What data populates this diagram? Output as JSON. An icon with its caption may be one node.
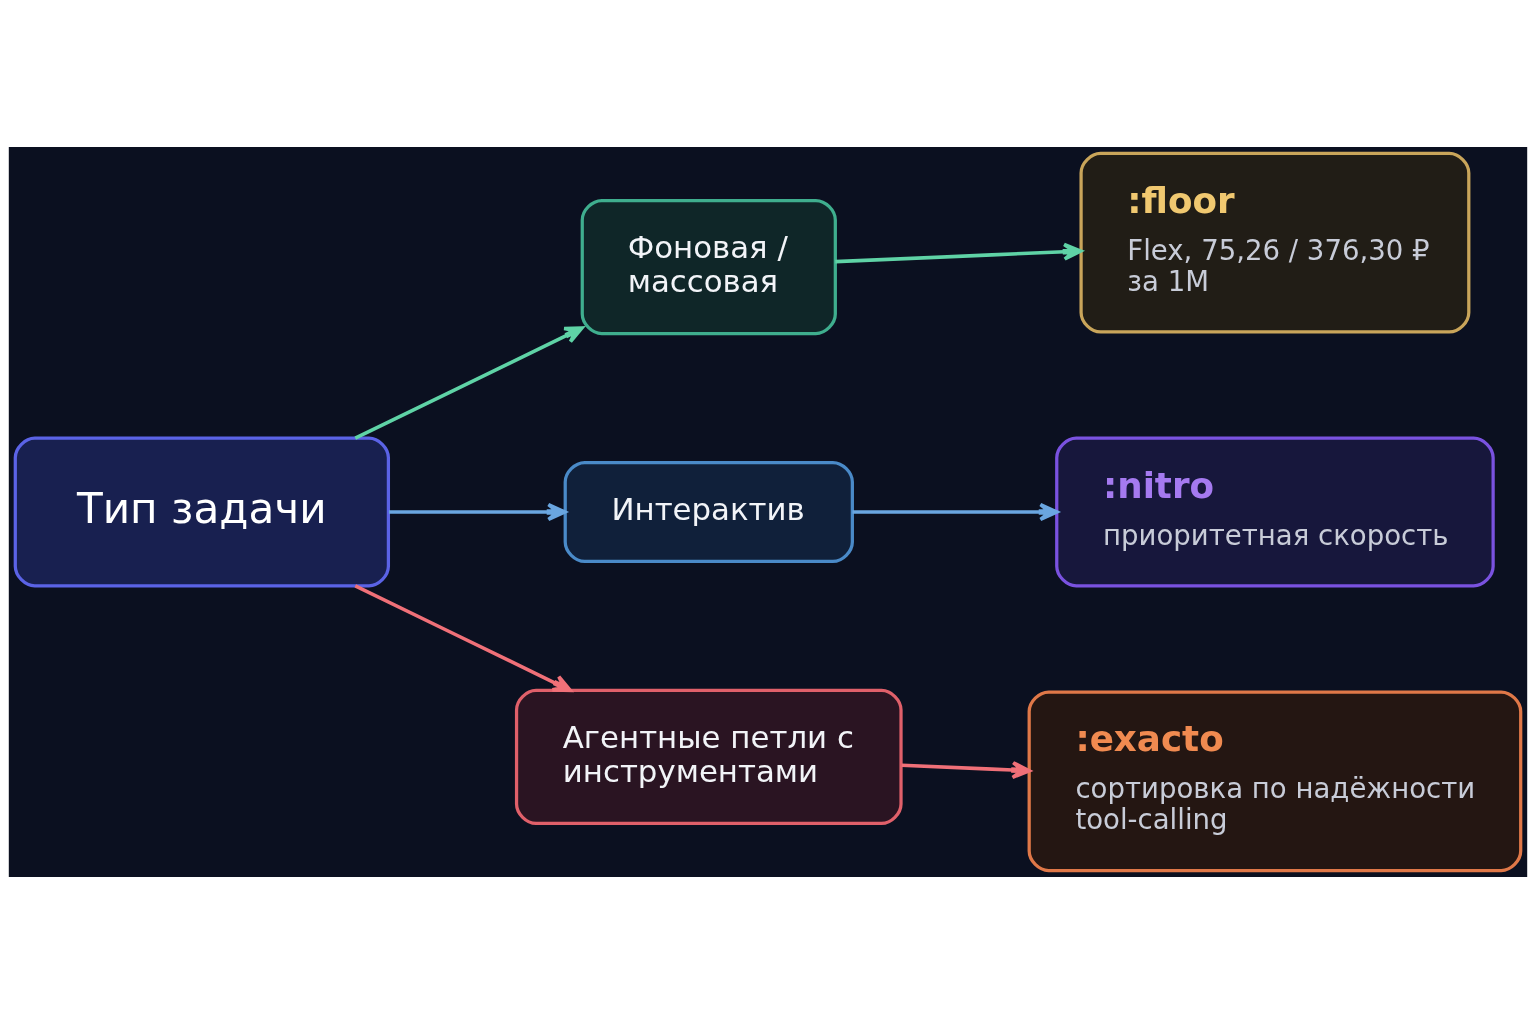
{
  "diagram": {
    "nodes": [
      {
        "text": [
          "Тип задачи"
        ]
      },
      {
        "text": [
          "Фоновая / массовая"
        ]
      },
      {
        "text": [
          "Интерактив"
        ]
      },
      {
        "text": [
          "Агентные петли с инструментами"
        ]
      },
      {
        "text": [
          ":floor",
          "Flex, 75,26 / 376,30 ₽ за 1M"
        ]
      },
      {
        "text": [
          ":nitro",
          "приоритетная скорость"
        ]
      },
      {
        "text": [
          ":exacto",
          "сортировка по надёжности tool-calling"
        ]
      }
    ],
    "edges": [
      {
        "from": 0,
        "to": 1,
        "arrow": "to",
        "color": "#5fd3a6"
      },
      {
        "from": 0,
        "to": 2,
        "arrow": "to",
        "color": "#6aa6e0"
      },
      {
        "from": 0,
        "to": 3,
        "arrow": "to",
        "color": "#f07078"
      },
      {
        "from": 1,
        "to": 4,
        "arrow": "to",
        "color": "#5fd3a6"
      },
      {
        "from": 2,
        "to": 5,
        "arrow": "to",
        "color": "#6aa6e0"
      },
      {
        "from": 3,
        "to": 6,
        "arrow": "to",
        "color": "#f07078"
      }
    ]
  }
}
